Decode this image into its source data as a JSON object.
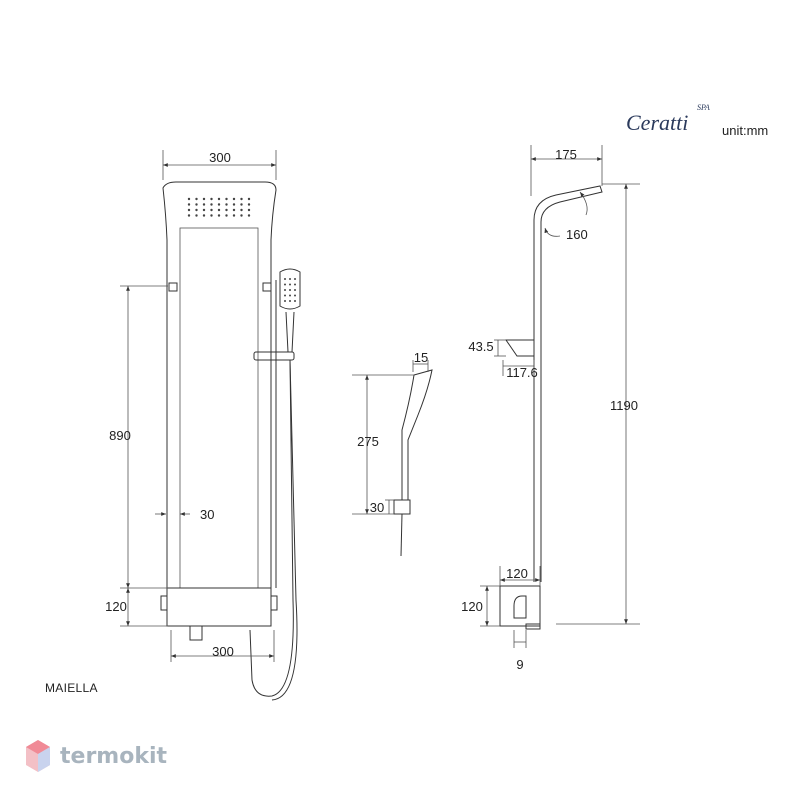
{
  "brand": {
    "logo_text": "Ceratti",
    "logo_sub": "SPA",
    "unit_label": "unit:mm"
  },
  "model_name": "MAIELLA",
  "watermark": {
    "text": "termokit",
    "icon": "hexagon-cube-icon"
  },
  "front_view": {
    "width_top": "300",
    "height_panel": "890",
    "side_depth": "30",
    "mixer_height": "120",
    "width_bottom": "300"
  },
  "hand_shower_view": {
    "head_depth": "15",
    "length": "275",
    "holder": "30"
  },
  "side_view": {
    "arm_length": "175",
    "arm_angle": "160",
    "shelf_height": "43.5",
    "shelf_depth": "117.6",
    "total_height": "1190",
    "base_width": "120",
    "base_height": "120",
    "outlet": "9"
  }
}
